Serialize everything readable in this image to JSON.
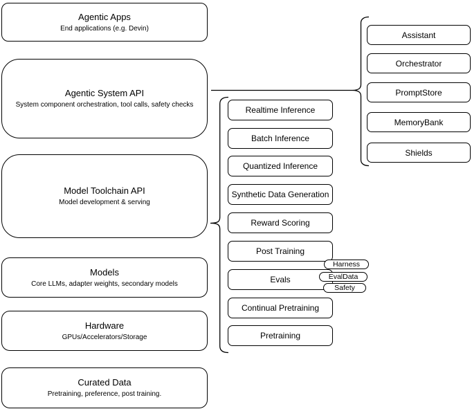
{
  "diagram": {
    "stack": [
      {
        "title": "Agentic Apps",
        "subtitle": "End applications (e.g. Devin)"
      },
      {
        "title": "Agentic System API",
        "subtitle": "System component orchestration, tool calls, safety checks"
      },
      {
        "title": "Model Toolchain API",
        "subtitle": "Model development & serving"
      },
      {
        "title": "Models",
        "subtitle": "Core LLMs, adapter weights, secondary models"
      },
      {
        "title": "Hardware",
        "subtitle": "GPUs/Accelerators/Storage"
      },
      {
        "title": "Curated Data",
        "subtitle": "Pretraining, preference, post training."
      }
    ],
    "toolchain": {
      "items": [
        "Realtime Inference",
        "Batch Inference",
        "Quantized Inference",
        "Synthetic Data Generation",
        "Reward Scoring",
        "Post Training",
        "Evals",
        "Continual Pretraining",
        "Pretraining"
      ],
      "evals_tags": [
        "Harness",
        "EvalData",
        "Safety"
      ]
    },
    "system_components": [
      "Assistant",
      "Orchestrator",
      "PromptStore",
      "MemoryBank",
      "Shields"
    ],
    "colors": {
      "stroke": "#000000",
      "fill": "#ffffff"
    }
  }
}
